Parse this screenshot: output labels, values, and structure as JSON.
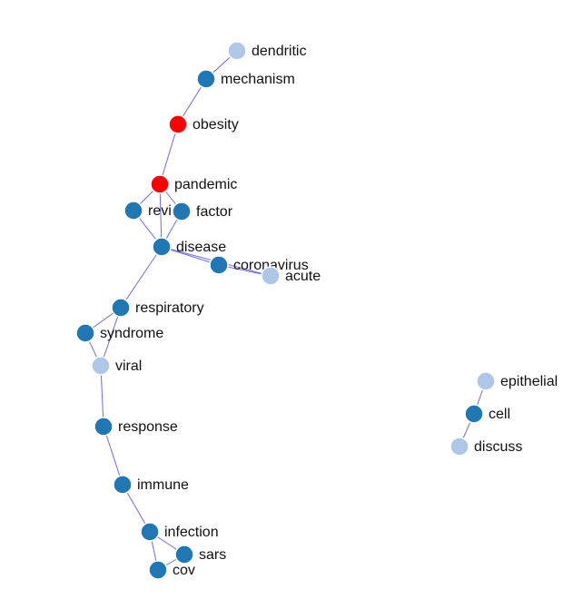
{
  "colors": {
    "dark_blue": "#1f77b4",
    "light_blue": "#aec7e8",
    "red": "#ff0000",
    "edge": "#6b6ce0"
  },
  "nodes": [
    {
      "id": "dendritic",
      "label": "dendritic",
      "color": "light_blue"
    },
    {
      "id": "mechanism",
      "label": "mechanism",
      "color": "dark_blue"
    },
    {
      "id": "obesity",
      "label": "obesity",
      "color": "red"
    },
    {
      "id": "pandemic",
      "label": "pandemic",
      "color": "red"
    },
    {
      "id": "review",
      "label": "review",
      "color": "dark_blue"
    },
    {
      "id": "factor",
      "label": "factor",
      "color": "dark_blue"
    },
    {
      "id": "disease",
      "label": "disease",
      "color": "dark_blue"
    },
    {
      "id": "coronavirus",
      "label": "coronavirus",
      "color": "dark_blue"
    },
    {
      "id": "acute",
      "label": "acute",
      "color": "light_blue"
    },
    {
      "id": "respiratory",
      "label": "respiratory",
      "color": "dark_blue"
    },
    {
      "id": "syndrome",
      "label": "syndrome",
      "color": "dark_blue"
    },
    {
      "id": "viral",
      "label": "viral",
      "color": "light_blue"
    },
    {
      "id": "response",
      "label": "response",
      "color": "dark_blue"
    },
    {
      "id": "immune",
      "label": "immune",
      "color": "dark_blue"
    },
    {
      "id": "infection",
      "label": "infection",
      "color": "dark_blue"
    },
    {
      "id": "sars",
      "label": "sars",
      "color": "dark_blue"
    },
    {
      "id": "cov",
      "label": "cov",
      "color": "dark_blue"
    },
    {
      "id": "epithelial",
      "label": "epithelial",
      "color": "light_blue"
    },
    {
      "id": "cell",
      "label": "cell",
      "color": "dark_blue"
    },
    {
      "id": "discuss",
      "label": "discuss",
      "color": "light_blue"
    }
  ],
  "edges": [
    [
      "dendritic",
      "mechanism"
    ],
    [
      "mechanism",
      "obesity"
    ],
    [
      "obesity",
      "pandemic"
    ],
    [
      "pandemic",
      "review"
    ],
    [
      "pandemic",
      "factor"
    ],
    [
      "pandemic",
      "disease"
    ],
    [
      "review",
      "disease"
    ],
    [
      "factor",
      "disease"
    ],
    [
      "disease",
      "coronavirus"
    ],
    [
      "coronavirus",
      "acute"
    ],
    [
      "disease",
      "acute"
    ],
    [
      "disease",
      "respiratory"
    ],
    [
      "respiratory",
      "syndrome"
    ],
    [
      "respiratory",
      "viral"
    ],
    [
      "syndrome",
      "viral"
    ],
    [
      "viral",
      "response"
    ],
    [
      "response",
      "immune"
    ],
    [
      "immune",
      "infection"
    ],
    [
      "infection",
      "sars"
    ],
    [
      "infection",
      "cov"
    ],
    [
      "sars",
      "cov"
    ],
    [
      "epithelial",
      "cell"
    ],
    [
      "cell",
      "discuss"
    ]
  ]
}
